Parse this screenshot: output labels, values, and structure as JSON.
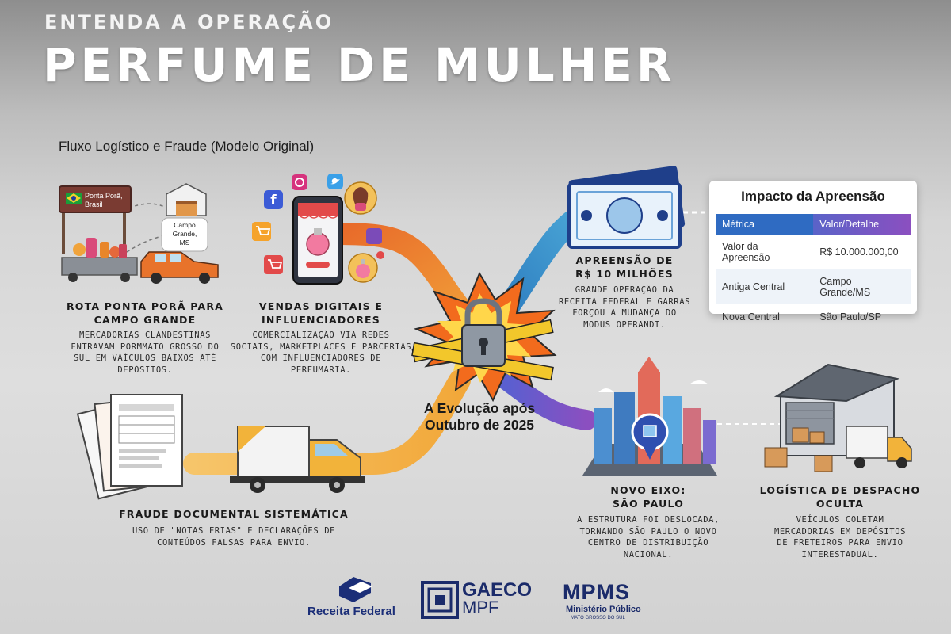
{
  "header": {
    "kicker": "ENTENDA A OPERAÇÃO",
    "title": "PERFUME DE MULHER",
    "subtitle": "Fluxo Logístico e Fraude (Modelo Original)"
  },
  "flow": {
    "route": {
      "sign_line1": "Ponta Porã,",
      "sign_line2": "Brasil",
      "warehouse_label1": "Campo",
      "warehouse_label2": "Grande,",
      "warehouse_label3": "MS",
      "title1": "ROTA PONTA PORÃ PARA",
      "title2": "CAMPO GRANDE",
      "body1": "MERCADORIAS CLANDESTINAS",
      "body2": "ENTRAVAM PORMMATO GROSSO DO",
      "body3": "SUL EM VAÍCULOS BAIXOS ATÉ",
      "body4": "DEPÓSITOS."
    },
    "digital": {
      "title1": "VENDAS DIGITAIS E",
      "title2": "INFLUENCIADORES",
      "body1": "COMERCIALIZAÇÃO VIA REDES",
      "body2": "SOCIAIS, MARKETPLACES E PARCERIAS",
      "body3": "COM INFLUENCIADORES DE",
      "body4": "PERFUMARIA."
    },
    "fraud": {
      "title": "FRAUDE DOCUMENTAL SISTEMÁTICA",
      "body1": "USO DE \"NOTAS FRIAS\" E DECLARAÇÕES DE",
      "body2": "CONTEÚDOS FALSAS PARA ENVIO."
    },
    "center": {
      "line1": "A Evolução após",
      "line2": "Outubro de 2025"
    },
    "seizure": {
      "title1": "APREENSÃO DE",
      "title2": "R$ 10 MILHÕES",
      "body1": "GRANDE OPERAÇÃO DA",
      "body2": "RECEITA FEDERAL E GARRAS",
      "body3": "FORÇOU A MUDANÇA DO",
      "body4": "MODUS OPERANDI."
    },
    "new_axis": {
      "title1": "NOVO EIXO:",
      "title2": "SÃO PAULO",
      "body1": "A ESTRUTURA FOI DESLOCADA,",
      "body2": "TORNANDO SÃO PAULO O NOVO",
      "body3": "CENTRO DE DISTRIBUIÇÃO",
      "body4": "NACIONAL."
    },
    "hidden_logistics": {
      "title1": "LOGÍSTICA DE DESPACHO",
      "title2": "OCULTA",
      "body1": "VEÍCULOS COLETAM",
      "body2": "MERCADORIAS EM DEPÓSITOS",
      "body3": "DE FRETEIROS PARA ENVIO",
      "body4": "INTERESTADUAL."
    }
  },
  "impact": {
    "title": "Impacto da Apreensão",
    "headers": [
      "Métrica",
      "Valor/Detalhe"
    ],
    "rows": [
      [
        "Valor da Apreensão",
        "R$ 10.000.000,00"
      ],
      [
        "Antiga Central",
        "Campo Grande/MS"
      ],
      [
        "Nova Central",
        "São Paulo/SP"
      ]
    ]
  },
  "logos": {
    "receita": "Receita Federal",
    "gaeco_line1": "GAECO",
    "gaeco_line2": "MPF",
    "mpms": "MPMS",
    "mpms_line2": "Ministério Público",
    "mpms_line3": "MATO GROSSO DO SUL"
  },
  "colors": {
    "route_red": "#a8323c",
    "route_orange": "#e8862a",
    "route_yellow": "#f2b33a",
    "route_blue": "#3a8fc8",
    "route_purple": "#7b4bb8",
    "explosion": "#f26b1d"
  },
  "icons": {
    "logistics": "warehouse-icon",
    "lock": "lock-icon",
    "money": "banknote-icon",
    "city": "city-icon",
    "truck": "truck-icon"
  }
}
